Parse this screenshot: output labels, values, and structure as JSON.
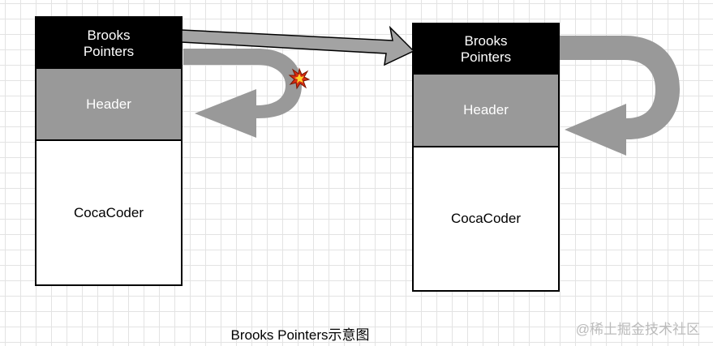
{
  "objects": [
    {
      "brooks_pointer": "Brooks\nPointers",
      "header": "Header",
      "body": "CocaCoder"
    },
    {
      "brooks_pointer": "Brooks\nPointers",
      "header": "Header",
      "body": "CocaCoder"
    }
  ],
  "caption": "Brooks Pointers示意图",
  "watermark": "@稀土掘金技术社区",
  "icons": {
    "conflict": "explosion-icon"
  },
  "colors": {
    "arrow": "#999999",
    "header": "#999999",
    "pointer": "#000000"
  }
}
